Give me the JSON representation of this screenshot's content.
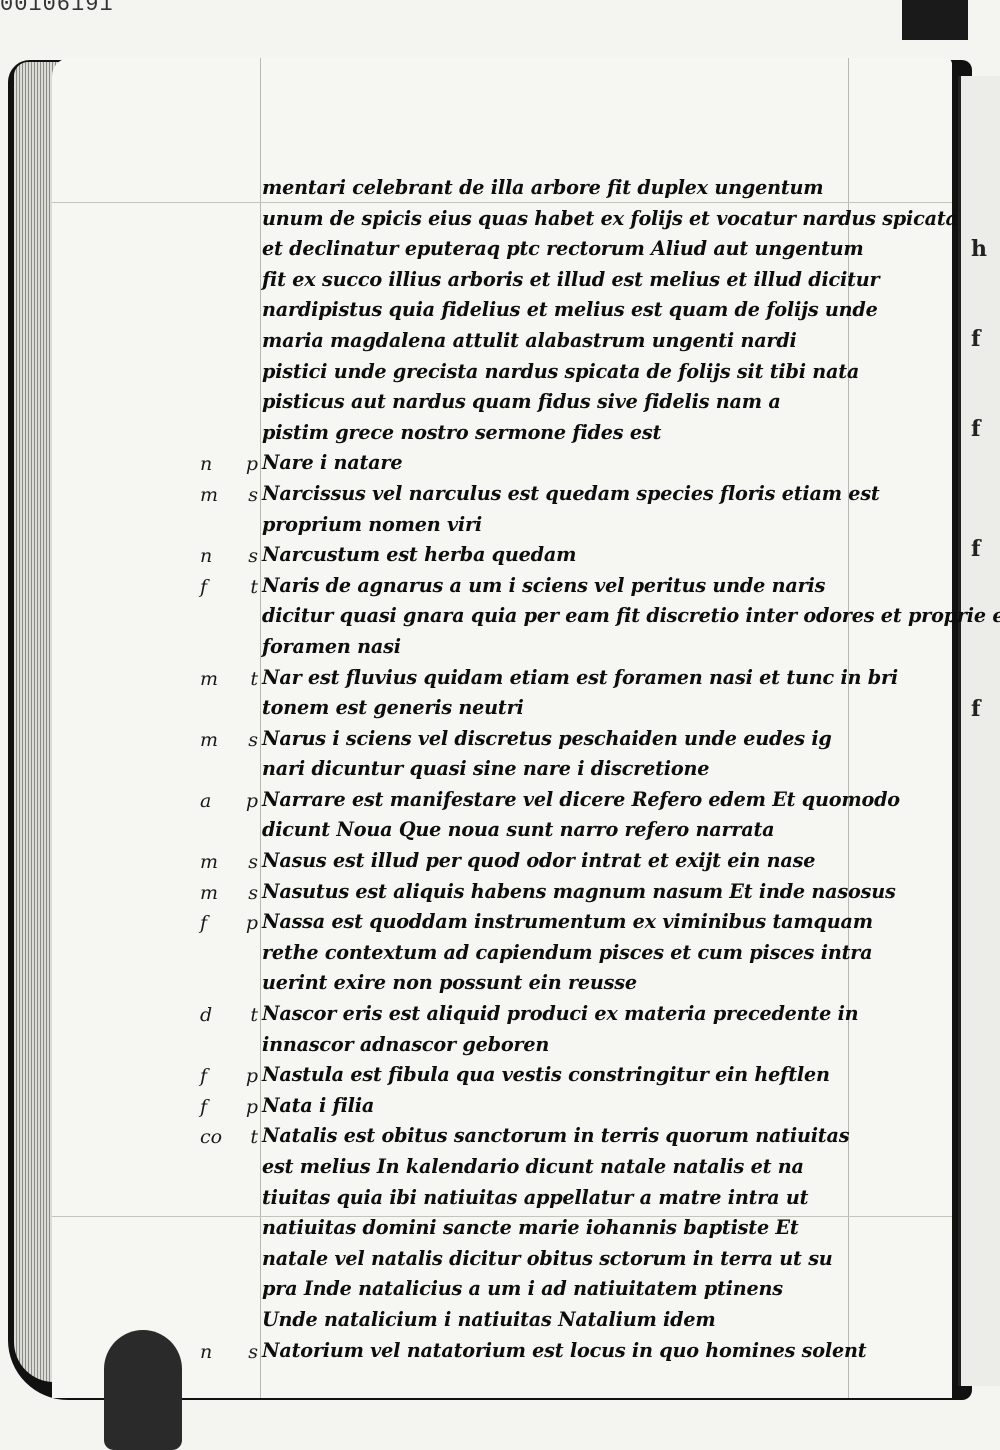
{
  "scan_id": "00106191",
  "lines": [
    {
      "m": "",
      "n": "",
      "t": "mentari celebrant de illa arbore fit duplex ungentum"
    },
    {
      "m": "",
      "n": "",
      "t": "unum de spicis eius quas habet ex folijs et vocatur nardus spicata"
    },
    {
      "m": "",
      "n": "",
      "t": "et declinatur eputeraq ptc rectorum Aliud aut ungentum"
    },
    {
      "m": "",
      "n": "",
      "t": "fit ex succo illius arboris et illud est melius et illud dicitur"
    },
    {
      "m": "",
      "n": "",
      "t": "nardipistus quia fidelius et melius est quam de folijs unde"
    },
    {
      "m": "",
      "n": "",
      "t": "maria magdalena attulit alabastrum ungenti nardi"
    },
    {
      "m": "",
      "n": "",
      "t": "pistici unde grecista nardus spicata de folijs sit tibi nata"
    },
    {
      "m": "",
      "n": "",
      "t": "pisticus aut nardus quam fidus sive fidelis nam a"
    },
    {
      "m": "",
      "n": "",
      "t": "pistim grece nostro sermone fides est"
    },
    {
      "m": "n",
      "n": "p",
      "t": "Nare i natare"
    },
    {
      "m": "m",
      "n": "s",
      "t": "Narcissus vel narculus est quedam species floris etiam est"
    },
    {
      "m": "",
      "n": "",
      "t": "proprium nomen viri"
    },
    {
      "m": "n",
      "n": "s",
      "t": "Narcustum est herba quedam"
    },
    {
      "m": "f",
      "n": "t",
      "t": "Naris de agnarus a um i sciens vel peritus unde naris"
    },
    {
      "m": "",
      "n": "",
      "t": "dicitur quasi gnara quia per eam fit discretio inter odores et proprie est"
    },
    {
      "m": "",
      "n": "",
      "t": "foramen nasi"
    },
    {
      "m": "m",
      "n": "t",
      "t": "Nar est fluvius quidam etiam est foramen nasi et tunc in bri"
    },
    {
      "m": "",
      "n": "",
      "t": "tonem est generis neutri"
    },
    {
      "m": "m",
      "n": "s",
      "t": "Narus i sciens vel discretus peschaiden unde eudes ig"
    },
    {
      "m": "",
      "n": "",
      "t": "nari dicuntur quasi sine nare i discretione"
    },
    {
      "m": "a",
      "n": "p",
      "t": "Narrare est manifestare vel dicere Refero edem Et quomodo"
    },
    {
      "m": "",
      "n": "",
      "t": "dicunt Noua Que noua sunt narro refero narrata"
    },
    {
      "m": "m",
      "n": "s",
      "t": "Nasus est illud per quod odor intrat et exijt ein nase"
    },
    {
      "m": "m",
      "n": "s",
      "t": "Nasutus est aliquis habens magnum nasum Et inde nasosus"
    },
    {
      "m": "f",
      "n": "p",
      "t": "Nassa est quoddam instrumentum ex viminibus tamquam"
    },
    {
      "m": "",
      "n": "",
      "t": "rethe contextum ad capiendum pisces et cum pisces intra"
    },
    {
      "m": "",
      "n": "",
      "t": "uerint exire non possunt ein reusse"
    },
    {
      "m": "d",
      "n": "t",
      "t": "Nascor eris est aliquid produci ex materia precedente in"
    },
    {
      "m": "",
      "n": "",
      "t": "innascor adnascor geboren"
    },
    {
      "m": "f",
      "n": "p",
      "t": "Nastula est fibula qua vestis constringitur ein heftlen"
    },
    {
      "m": "f",
      "n": "p",
      "t": "Nata i filia"
    },
    {
      "m": "co",
      "n": "t",
      "t": "Natalis est obitus sanctorum in terris quorum natiuitas"
    },
    {
      "m": "",
      "n": "",
      "t": "est melius In kalendario dicunt natale natalis et na"
    },
    {
      "m": "",
      "n": "",
      "t": "tiuitas quia ibi natiuitas appellatur a matre intra ut"
    },
    {
      "m": "",
      "n": "",
      "t": "natiuitas domini sancte marie iohannis baptiste Et"
    },
    {
      "m": "",
      "n": "",
      "t": "natale vel natalis dicitur obitus sctorum in terra ut su"
    },
    {
      "m": "",
      "n": "",
      "t": "pra Inde natalicius a um i ad natiuitatem ptinens"
    },
    {
      "m": "",
      "n": "",
      "t": "Unde natalicium i natiuitas Natalium idem"
    },
    {
      "m": "n",
      "n": "s",
      "t": "Natorium vel natatorium est locus in quo homines solent"
    }
  ]
}
